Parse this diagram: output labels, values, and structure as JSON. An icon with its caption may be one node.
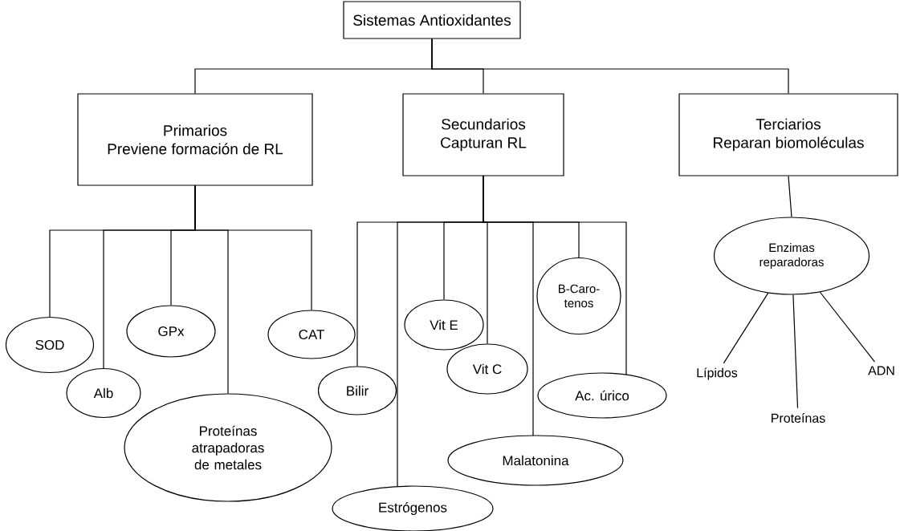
{
  "diagram": {
    "nodes": [
      {
        "text": [
          "Sistemas Antioxidantes"
        ]
      },
      {
        "text": [
          "Primarios",
          "Previene formación de RL"
        ]
      },
      {
        "text": [
          "Secundarios",
          "Capturan RL"
        ]
      },
      {
        "text": [
          "Terciarios",
          "Reparan biomoléculas"
        ]
      },
      {
        "text": [
          "SOD"
        ]
      },
      {
        "text": [
          "Alb"
        ]
      },
      {
        "text": [
          "GPx"
        ]
      },
      {
        "text": [
          "Proteínas atrapadoras de metales"
        ]
      },
      {
        "text": [
          "CAT"
        ]
      },
      {
        "text": [
          "Bilir"
        ]
      },
      {
        "text": [
          "Estrógenos"
        ]
      },
      {
        "text": [
          "Vit E"
        ]
      },
      {
        "text": [
          "Vit C"
        ]
      },
      {
        "text": [
          "Malatonina"
        ]
      },
      {
        "text": [
          "B-Caro- tenos"
        ]
      },
      {
        "text": [
          "Ac. úrico"
        ]
      },
      {
        "text": [
          "Enzimas reparadoras"
        ]
      },
      {
        "text": [
          "Lípidos"
        ]
      },
      {
        "text": [
          "Proteínas"
        ]
      },
      {
        "text": [
          "ADN"
        ]
      }
    ],
    "edges": [
      {
        "from": 0,
        "to": 1,
        "arrow": "none"
      },
      {
        "from": 0,
        "to": 2,
        "arrow": "none"
      },
      {
        "from": 0,
        "to": 3,
        "arrow": "none"
      },
      {
        "from": 1,
        "to": 4,
        "arrow": "none"
      },
      {
        "from": 1,
        "to": 5,
        "arrow": "none"
      },
      {
        "from": 1,
        "to": 6,
        "arrow": "none"
      },
      {
        "from": 1,
        "to": 7,
        "arrow": "none"
      },
      {
        "from": 1,
        "to": 8,
        "arrow": "none"
      },
      {
        "from": 2,
        "to": 9,
        "arrow": "none"
      },
      {
        "from": 2,
        "to": 10,
        "arrow": "none"
      },
      {
        "from": 2,
        "to": 11,
        "arrow": "none"
      },
      {
        "from": 2,
        "to": 12,
        "arrow": "none"
      },
      {
        "from": 2,
        "to": 13,
        "arrow": "none"
      },
      {
        "from": 2,
        "to": 14,
        "arrow": "none"
      },
      {
        "from": 2,
        "to": 15,
        "arrow": "none"
      },
      {
        "from": 3,
        "to": 16,
        "arrow": "none"
      },
      {
        "from": 16,
        "to": 17,
        "arrow": "none"
      },
      {
        "from": 16,
        "to": 18,
        "arrow": "none"
      },
      {
        "from": 16,
        "to": 19,
        "arrow": "none"
      }
    ]
  }
}
